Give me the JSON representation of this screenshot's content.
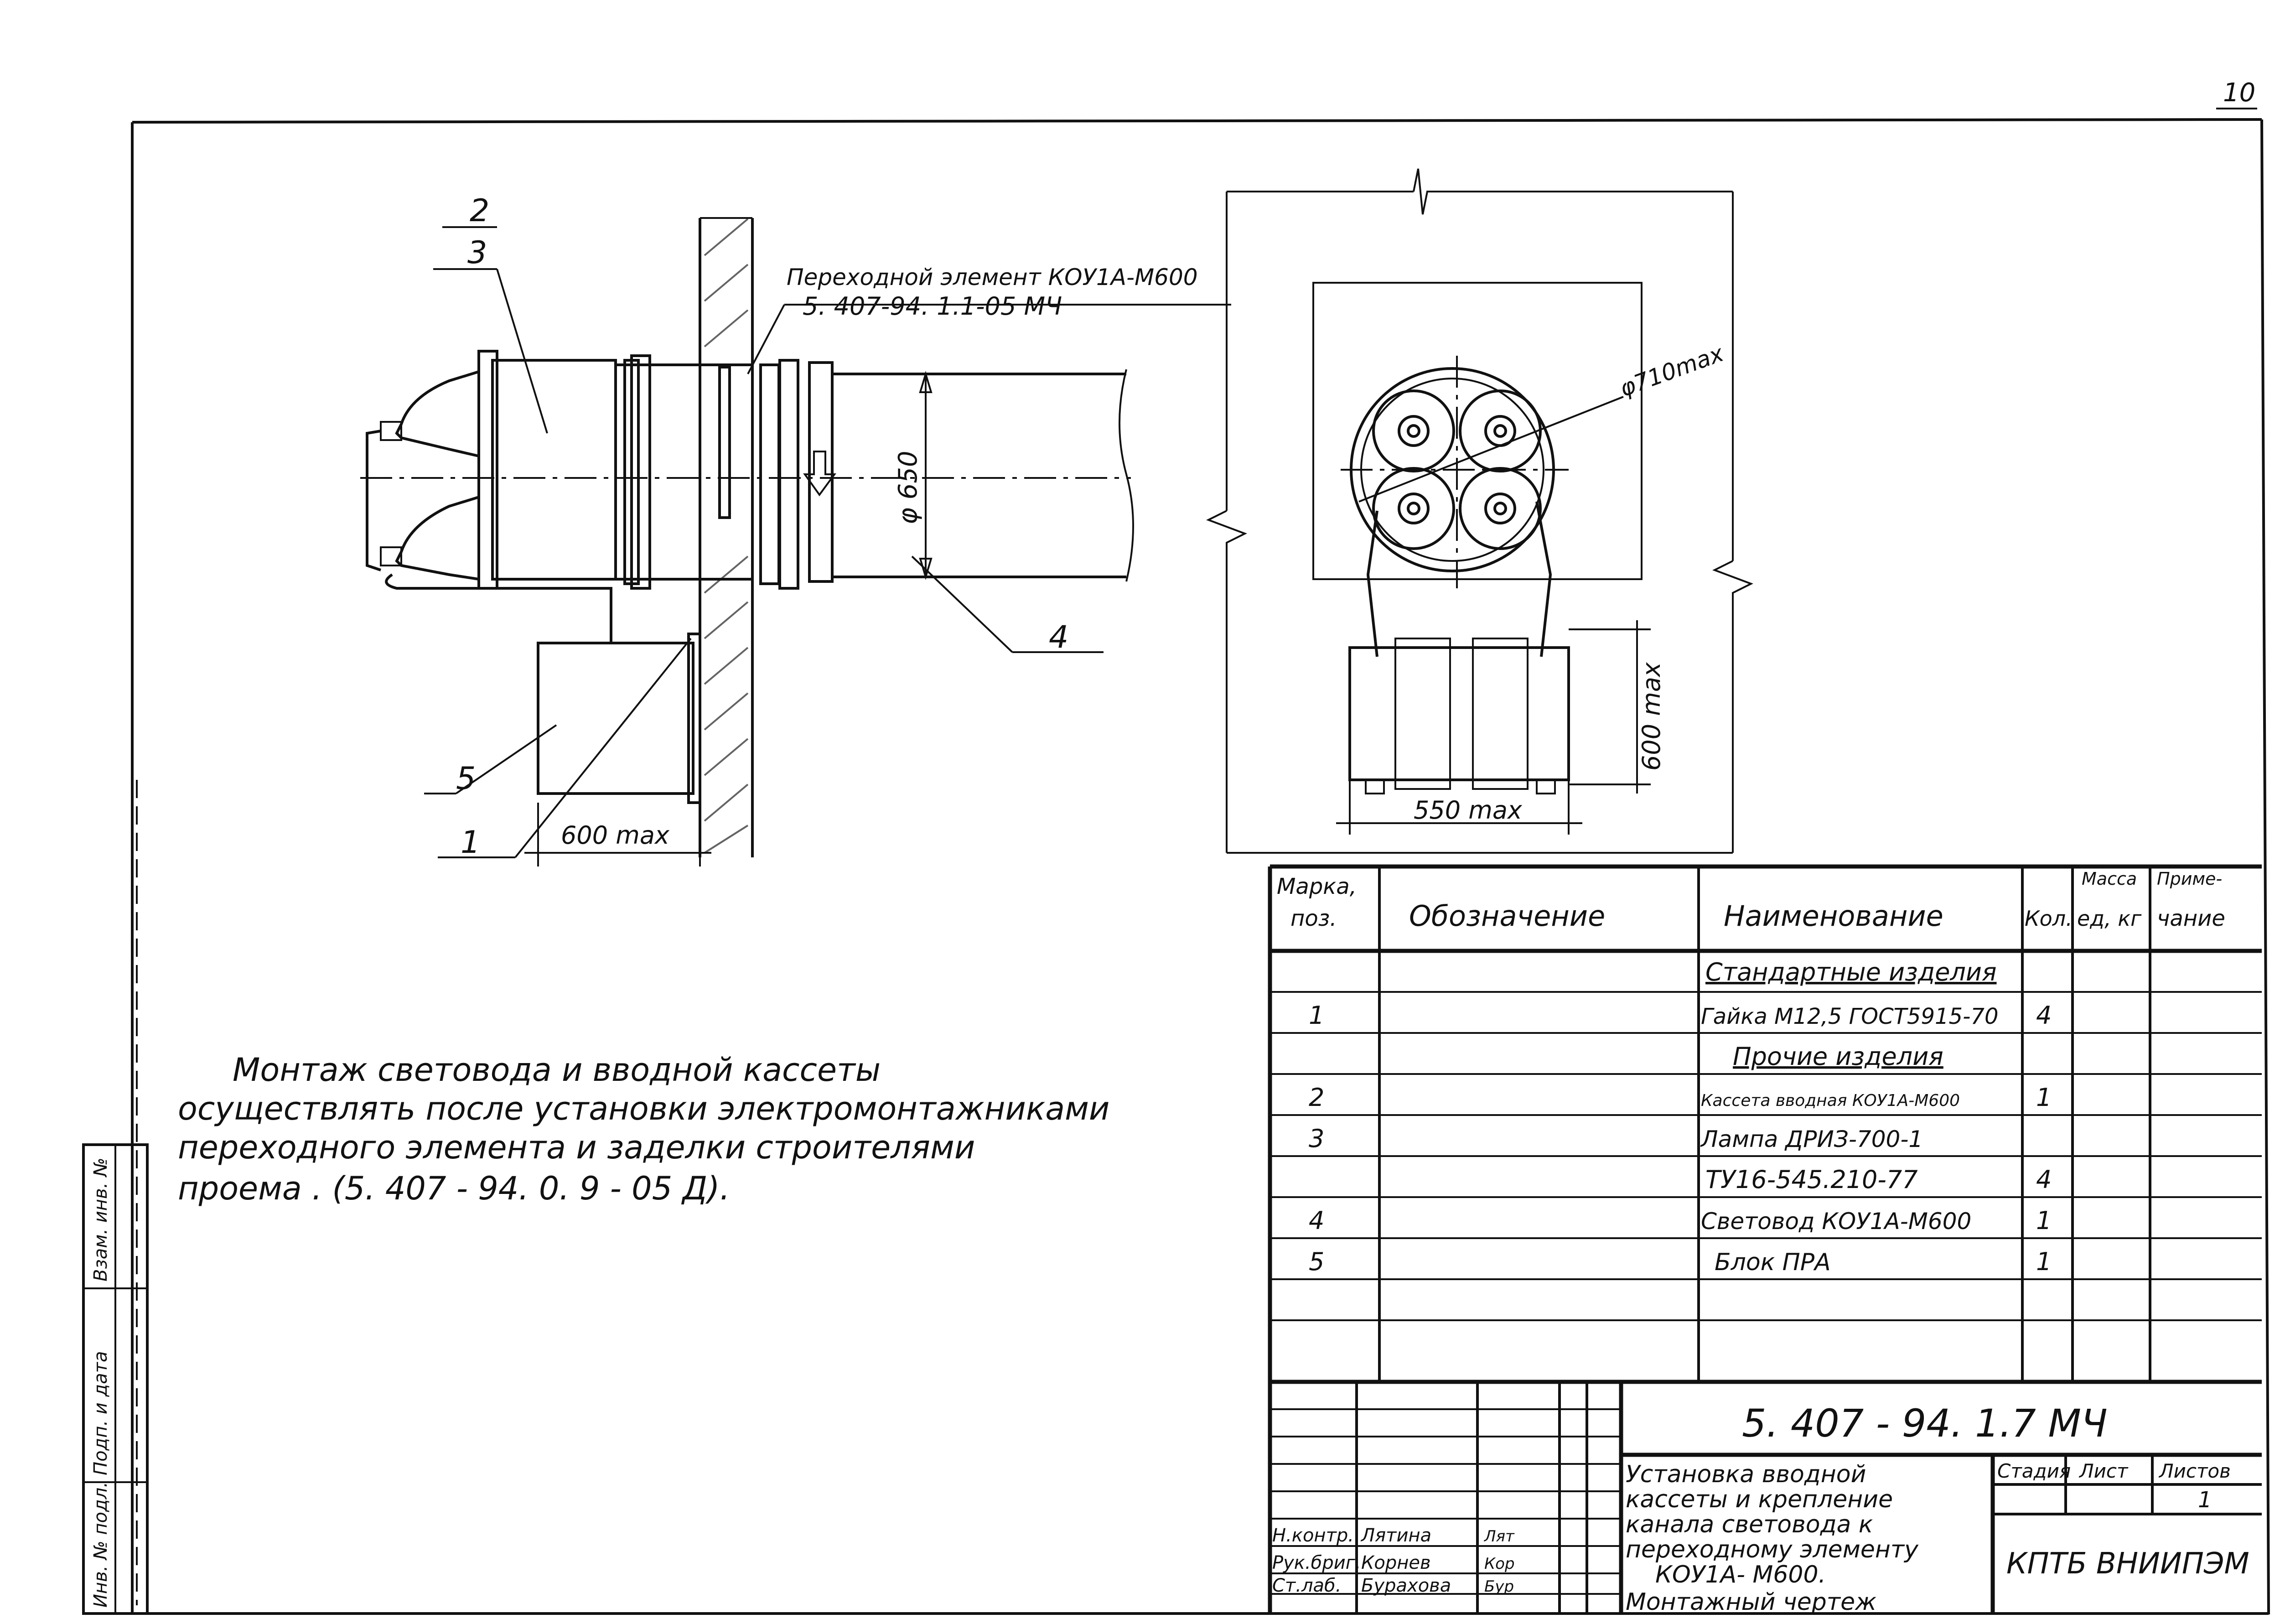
{
  "sheet": {
    "number": "10"
  },
  "left_view": {
    "labels": {
      "pos2": "2",
      "pos3": "3",
      "pos4": "4",
      "pos5": "5",
      "pos1": "1"
    },
    "callout_line1": "Переходной элемент КОУ1А-М600",
    "callout_line2": "5. 407-94. 1.1-05 МЧ",
    "diameter": "φ 650",
    "width_dim": "600 max"
  },
  "right_view": {
    "diameter": "φ710max",
    "height_dim": "600 max",
    "width_dim": "550 max"
  },
  "note": {
    "lines": [
      "Монтаж световода и вводной кассеты",
      "осуществлять после установки электромонтажниками",
      "переходного элемента и заделки строителями",
      "проема . (5. 407 - 94. 0. 9 - 05 Д)."
    ]
  },
  "side_stamp": {
    "cells": [
      "Инв. № подл.",
      "Подп. и дата",
      "Взам. инв. №"
    ]
  },
  "spec": {
    "headers": {
      "col1": [
        "Марка,",
        "поз."
      ],
      "col2": "Обозначение",
      "col3": "Наименование",
      "col4": "Кол.",
      "col5_top": "Масса",
      "col5": "ед, кг",
      "col6": [
        "Приме-",
        "чание"
      ]
    },
    "rows": [
      {
        "pos": "",
        "name": "Стандартные изделия",
        "qty": "",
        "section": true
      },
      {
        "pos": "1",
        "name": "Гайка М12,5 ГОСТ5915-70",
        "qty": "4"
      },
      {
        "pos": "",
        "name": "Прочие изделия",
        "qty": "",
        "section": true
      },
      {
        "pos": "2",
        "name": "Кассета вводная КОУ1А-М600",
        "qty": "1"
      },
      {
        "pos": "3",
        "name": "Лампа ДРИЗ-700-1",
        "qty": ""
      },
      {
        "pos": "",
        "name": "ТУ16-545.210-77",
        "qty": "4"
      },
      {
        "pos": "4",
        "name": "Световод КОУ1А-М600",
        "qty": "1"
      },
      {
        "pos": "5",
        "name": "Блок ПРА",
        "qty": "1"
      },
      {
        "pos": "",
        "name": "",
        "qty": ""
      }
    ]
  },
  "title_block": {
    "code": "5. 407 - 94. 1.7 МЧ",
    "title_lines": [
      "Установка вводной",
      "кассеты и крепление",
      "канала световода к",
      "переходному элементу",
      "КОУ1А- М600.",
      "Монтажный чертеж"
    ],
    "stage_header": "Стадия",
    "sheet_header": "Лист",
    "sheets_header": "Листов",
    "sheets_value": "1",
    "org": "КПТБ ВНИИПЭМ",
    "signatures": [
      {
        "role": "Н.контр.",
        "name": "Лятина",
        "sign": "Лят"
      },
      {
        "role": "Рук.бриг.",
        "name": "Корнев",
        "sign": "Кор"
      },
      {
        "role": "Ст.лаб.",
        "name": "Бурахова",
        "sign": "Бур"
      }
    ]
  }
}
